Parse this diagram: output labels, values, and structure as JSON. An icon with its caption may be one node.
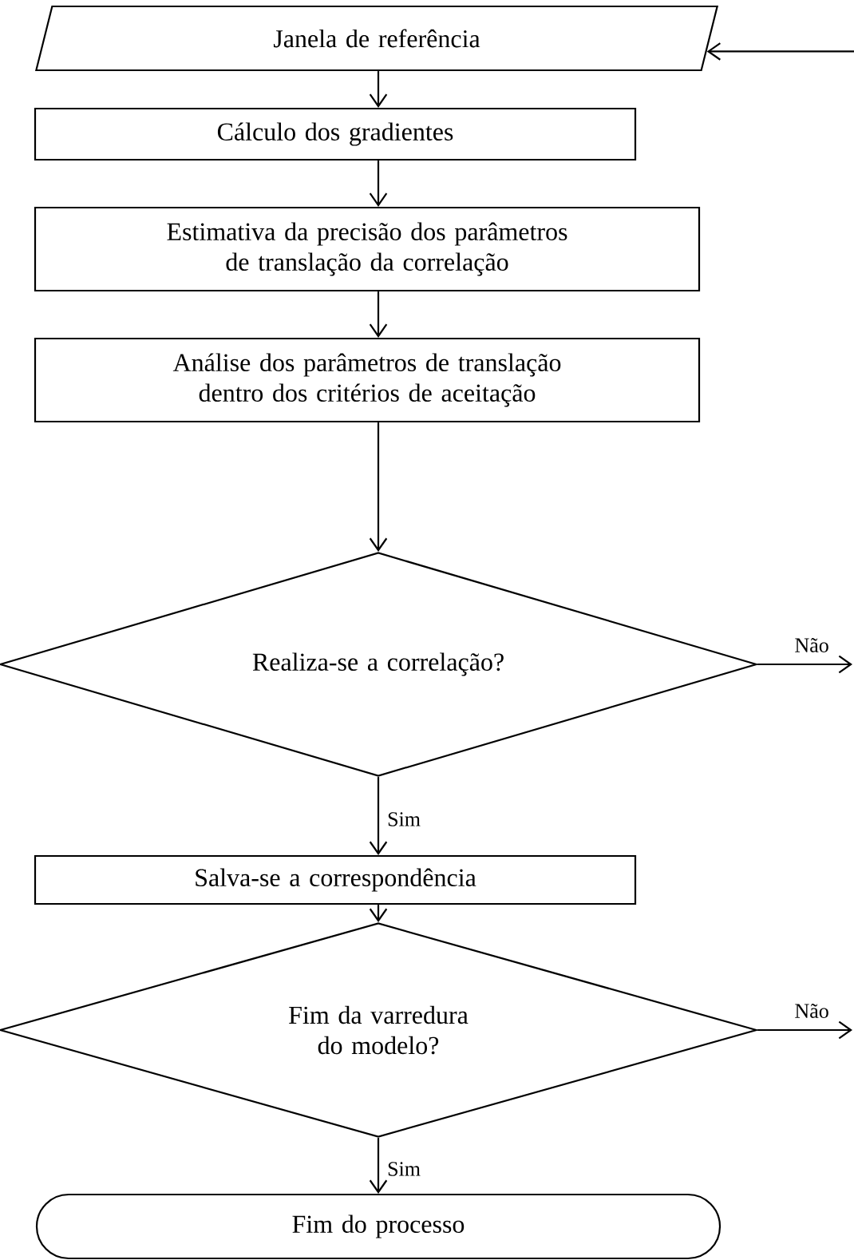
{
  "diagram": {
    "nodes": [
      {
        "text": [
          "Janela de referência"
        ]
      },
      {
        "text": [
          "Cálculo dos gradientes"
        ]
      },
      {
        "text": [
          "Estimativa da precisão dos parâmetros de translação da correlação"
        ]
      },
      {
        "text": [
          "Análise dos parâmetros de translação dentro dos critérios de aceitação"
        ]
      },
      {
        "text": [
          "Realiza-se a correlação?"
        ]
      },
      {
        "text": [
          "Salva-se a correspondência"
        ]
      },
      {
        "text": [
          "Fim da varredura do modelo?"
        ]
      },
      {
        "text": [
          "Fim do processo"
        ]
      }
    ],
    "edges": [
      {
        "from": null,
        "to": 0,
        "arrow": "to"
      },
      {
        "from": 0,
        "to": 1,
        "arrow": "to"
      },
      {
        "from": 1,
        "to": 2,
        "arrow": "to"
      },
      {
        "from": 2,
        "to": 3,
        "arrow": "to"
      },
      {
        "from": 3,
        "to": 4,
        "arrow": "to"
      },
      {
        "from": 4,
        "to": null,
        "arrow": "to",
        "label": "Não"
      },
      {
        "from": 4,
        "to": 5,
        "arrow": "to",
        "label": "Sim"
      },
      {
        "from": 5,
        "to": 6,
        "arrow": "to"
      },
      {
        "from": 6,
        "to": null,
        "arrow": "to",
        "label": "Não"
      },
      {
        "from": 6,
        "to": 7,
        "arrow": "to",
        "label": "Sim"
      }
    ]
  }
}
